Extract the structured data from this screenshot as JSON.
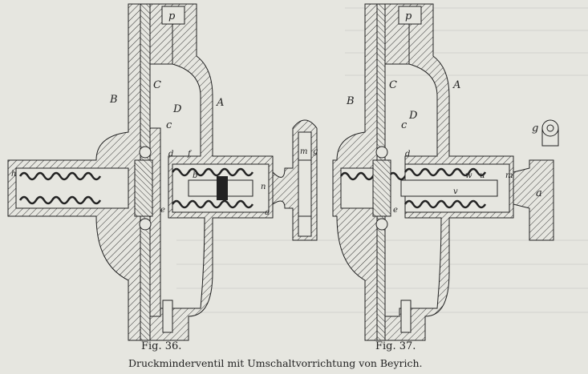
{
  "figures": [
    {
      "caption": "Fig. 36.",
      "labels": {
        "p": "p",
        "C": "C",
        "B": "B",
        "D": "D",
        "A": "A",
        "c": "c",
        "d": "d",
        "f": "f",
        "b": "b",
        "e": "e",
        "a": "a",
        "n": "n",
        "m": "m",
        "g": "g",
        "h": "h"
      }
    },
    {
      "caption": "Fig. 37.",
      "labels": {
        "p": "p",
        "C": "C",
        "B": "B",
        "D": "D",
        "A": "A",
        "c": "c",
        "d": "d",
        "v": "v",
        "w": "w",
        "u": "u",
        "m": "m",
        "e": "e",
        "g": "g",
        "a": "a"
      }
    }
  ],
  "title": "Druckminderventil mit Umschaltvorrichtung von Beyrich."
}
